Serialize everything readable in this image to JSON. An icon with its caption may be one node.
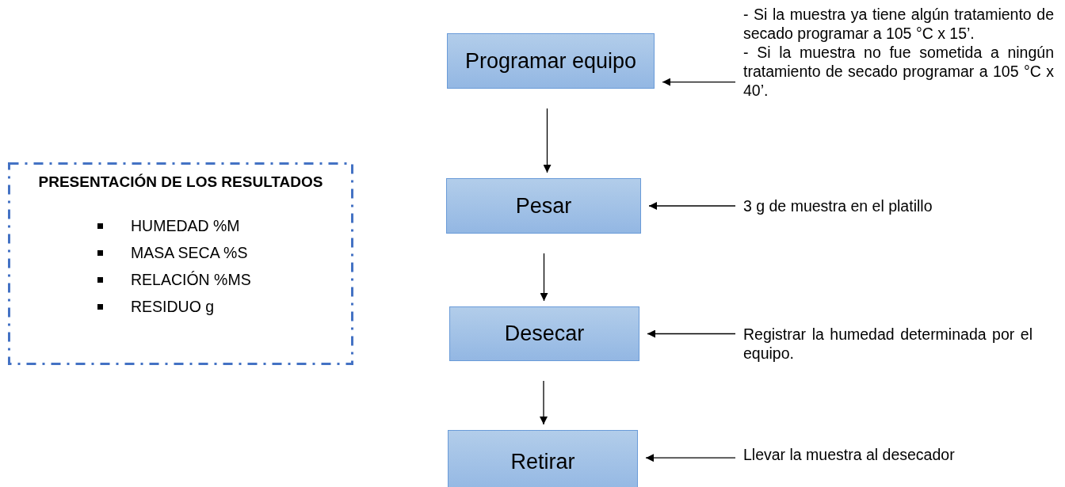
{
  "diagram": {
    "nodes": [
      {
        "text": [
          "PRESENTACIÓN DE LOS RESULTADOS",
          "HUMEDAD %M",
          "MASA SECA %S",
          "RELACIÓN %MS",
          "RESIDUO g"
        ]
      },
      {
        "text": [
          "Programar equipo"
        ]
      },
      {
        "text": [
          "- Si la muestra ya tiene algún tratamiento de secado programar a 105 °C x 15’.",
          "- Si la muestra no fue sometida a ningún tratamiento de secado programar a 105 °C x 40’."
        ]
      },
      {
        "text": [
          "Pesar"
        ]
      },
      {
        "text": [
          "3 g de muestra en el platillo"
        ]
      },
      {
        "text": [
          "Desecar"
        ]
      },
      {
        "text": [
          "Registrar la humedad determinada por el equipo."
        ]
      },
      {
        "text": [
          "Retirar"
        ]
      },
      {
        "text": [
          "Llevar la muestra al desecador"
        ]
      }
    ],
    "edges": [
      {
        "from": 1,
        "to": 3,
        "arrow": "to"
      },
      {
        "from": 3,
        "to": 5,
        "arrow": "to"
      },
      {
        "from": 5,
        "to": 7,
        "arrow": "to"
      },
      {
        "from": 2,
        "to": 1,
        "arrow": "to"
      },
      {
        "from": 4,
        "to": 3,
        "arrow": "to"
      },
      {
        "from": 6,
        "to": 5,
        "arrow": "to"
      },
      {
        "from": 8,
        "to": 7,
        "arrow": "to"
      }
    ]
  }
}
